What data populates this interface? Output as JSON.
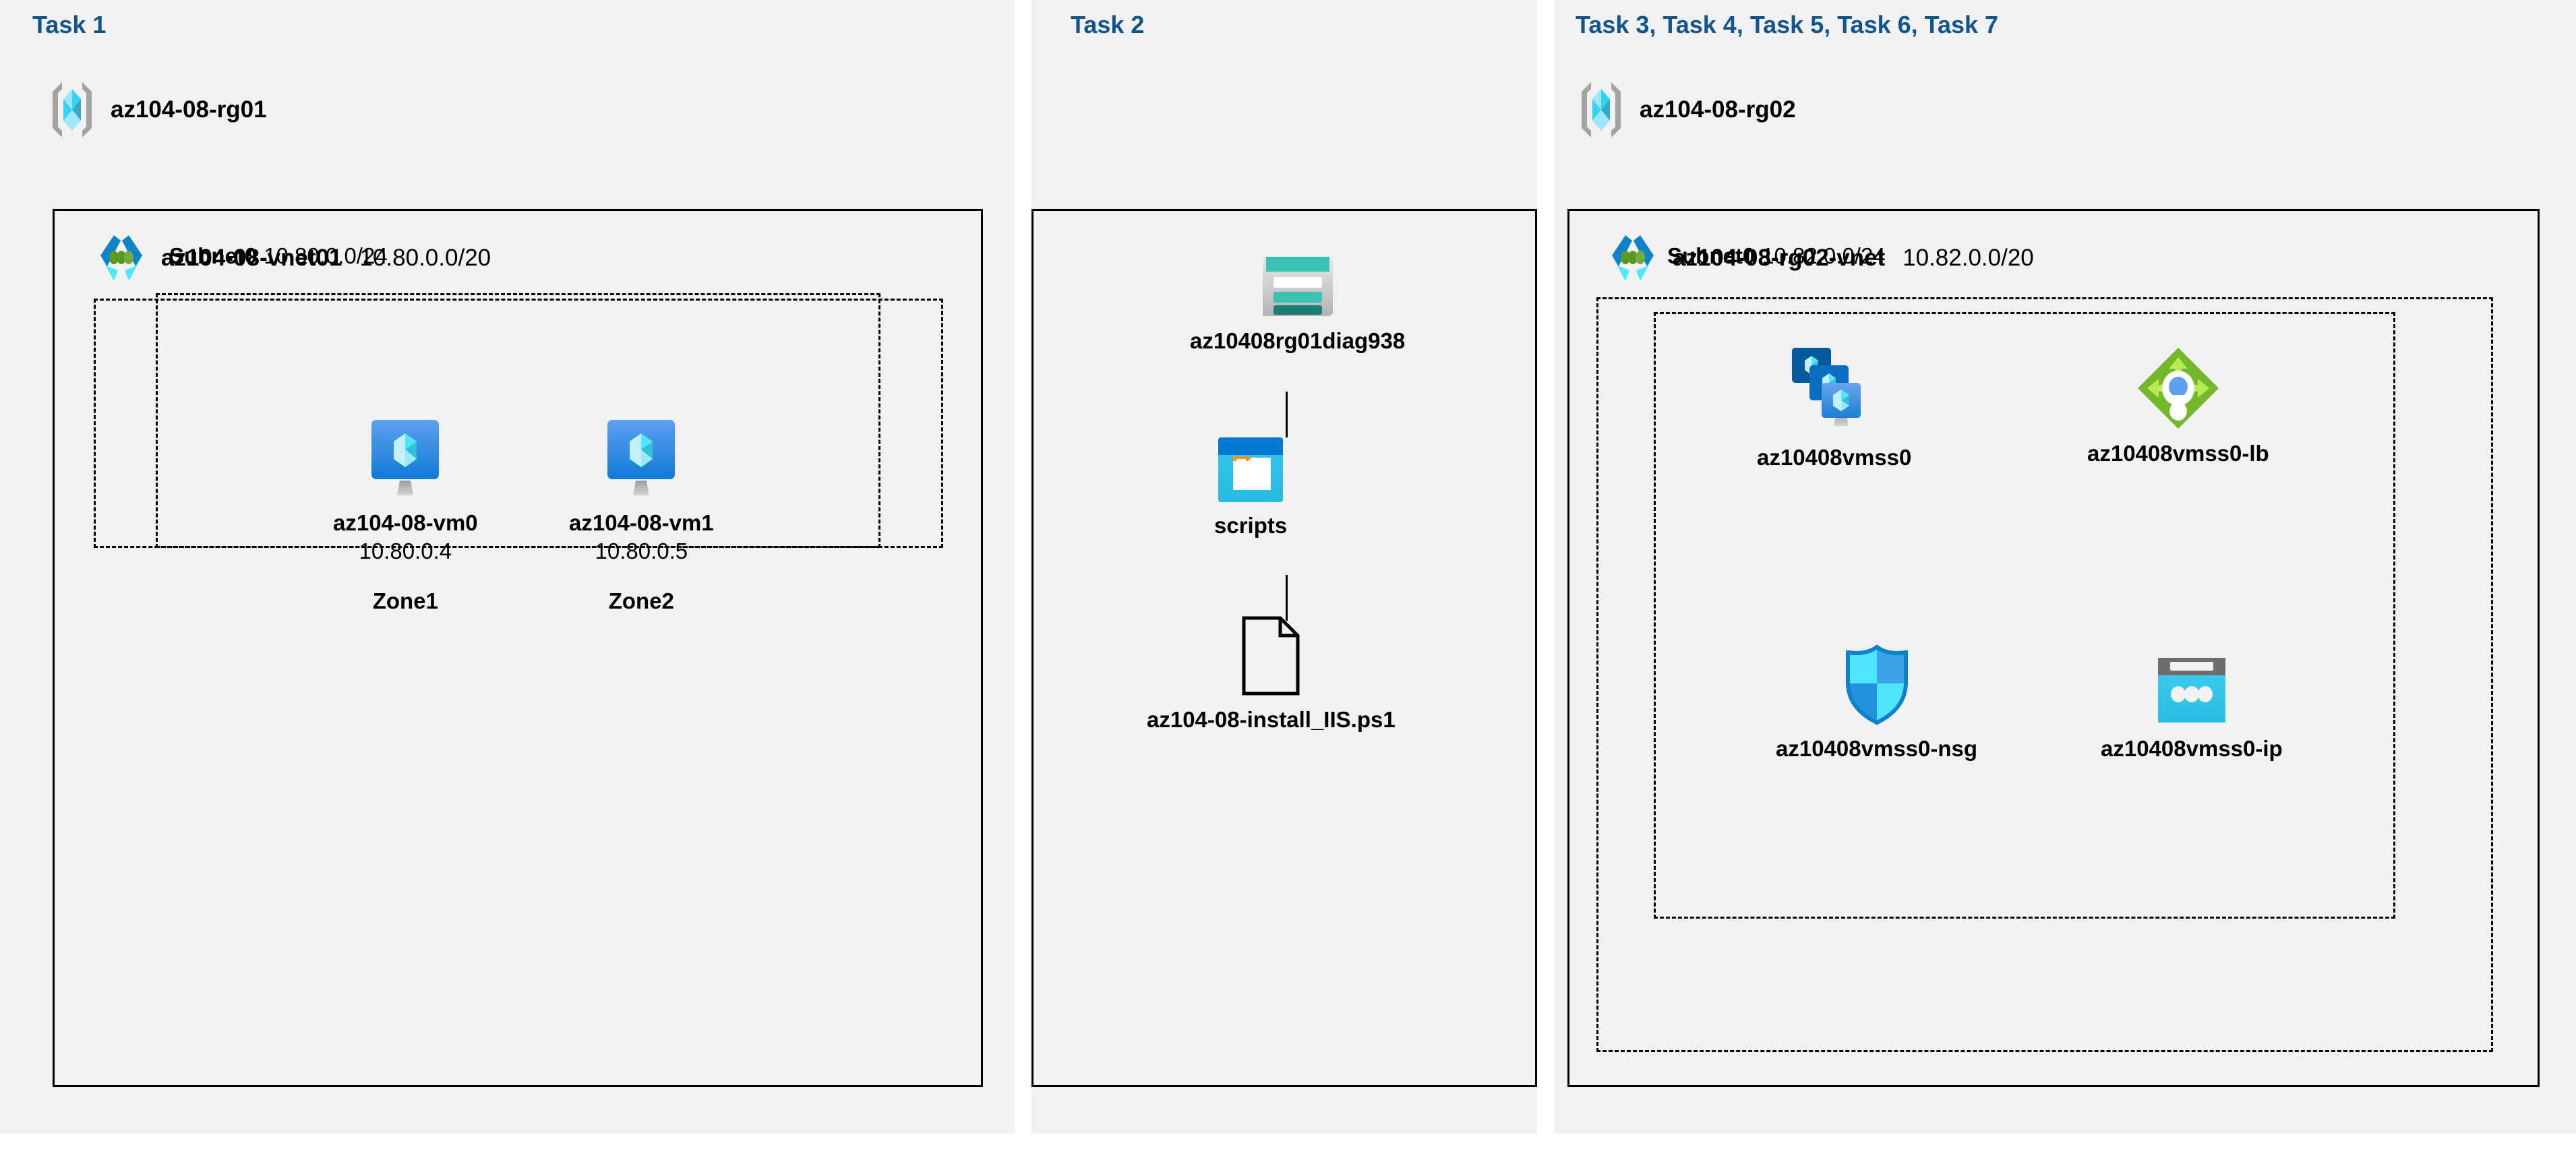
{
  "columns": {
    "task1": {
      "label": "Task 1"
    },
    "task2": {
      "label": "Task 2"
    },
    "task37": {
      "label": "Task 3, Task 4, Task 5, Task 6, Task 7"
    }
  },
  "resource_groups": [
    {
      "name": "az104-08-rg01",
      "icon": "resource-group-icon"
    },
    {
      "name": "az104-08-rg02",
      "icon": "resource-group-icon"
    }
  ],
  "vnets": [
    {
      "name": "az104-08-vnet01",
      "cidr": "10.80.0.0/20",
      "icon": "virtual-network-icon",
      "subnet": {
        "name": "Subnet0",
        "cidr": "10.80.0.0/24"
      }
    },
    {
      "name": "az104-08-rg02-vnet",
      "cidr": "10.82.0.0/20",
      "icon": "virtual-network-icon",
      "subnet": {
        "name": "Subnet0",
        "cidr": "10.82.0.0/24"
      }
    }
  ],
  "vms": [
    {
      "name": "az104-08-vm0",
      "ip": "10.80.0.4",
      "zone": "Zone1",
      "icon": "virtual-machine-icon"
    },
    {
      "name": "az104-08-vm1",
      "ip": "10.80.0.5",
      "zone": "Zone2",
      "icon": "virtual-machine-icon"
    }
  ],
  "storage": {
    "account": {
      "name": "az10408rg01diag938",
      "icon": "storage-account-icon"
    },
    "container": {
      "name": "scripts",
      "icon": "blob-container-icon"
    },
    "file": {
      "name": "az104-08-install_IIS.ps1",
      "icon": "file-icon"
    }
  },
  "scale_set_resources": [
    {
      "name": "az10408vmss0",
      "icon": "vm-scale-set-icon"
    },
    {
      "name": "az10408vmss0-lb",
      "icon": "load-balancer-icon"
    },
    {
      "name": "az10408vmss0-nsg",
      "icon": "network-security-group-icon"
    },
    {
      "name": "az10408vmss0-ip",
      "icon": "public-ip-address-icon"
    }
  ],
  "colors": {
    "task_label": "#12558c",
    "panel_background": "#f1f1f1",
    "border": "#000000",
    "azure_blue": "#0078d4",
    "azure_cyan": "#32d4f5",
    "storage_teal": "#37c2b1",
    "lb_green": "#76bc2d",
    "vnet_green_dot": "#5e9624"
  }
}
